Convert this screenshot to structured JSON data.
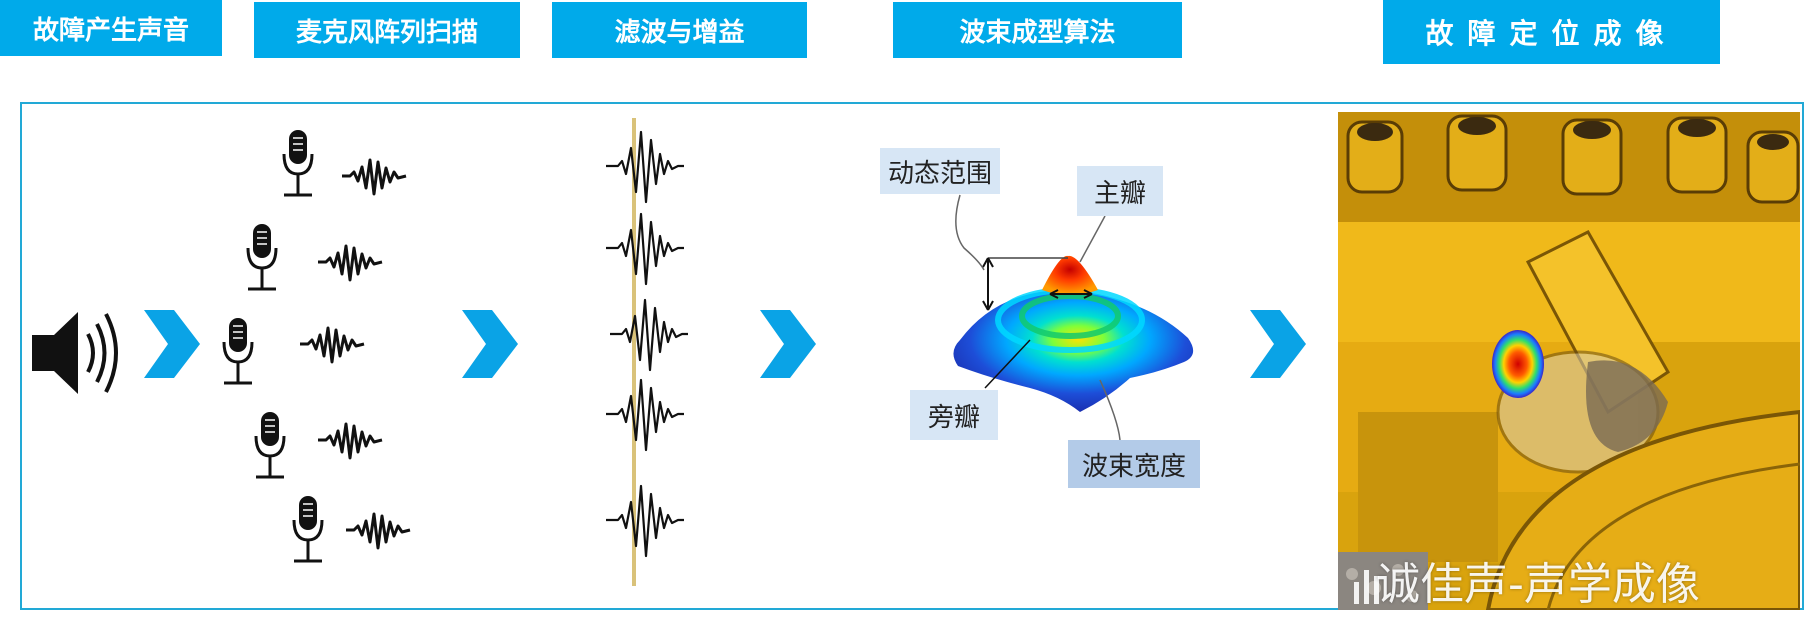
{
  "stages": {
    "fault_sound": "故障产生声音",
    "mic_array_scan": "麦克风阵列扫描",
    "filter_gain": "滤波与增益",
    "beamforming": "波束成型算法",
    "fault_imaging": "故障定位成像"
  },
  "callouts": {
    "dynamic_range": "动态范围",
    "main_lobe": "主瓣",
    "side_lobe": "旁瓣",
    "beam_width": "波束宽度"
  },
  "watermark": "诚佳声-声学成像",
  "colors": {
    "header_blue": "#00aaea",
    "arrow_blue": "#0aa3e6",
    "panel_border": "#22a9d6",
    "callout_bg": "#d7e6f5",
    "callout_bg_alt": "#b3cbe8"
  },
  "icons": [
    "speaker-icon",
    "microphone-icon",
    "waveform",
    "chevron-arrow"
  ]
}
